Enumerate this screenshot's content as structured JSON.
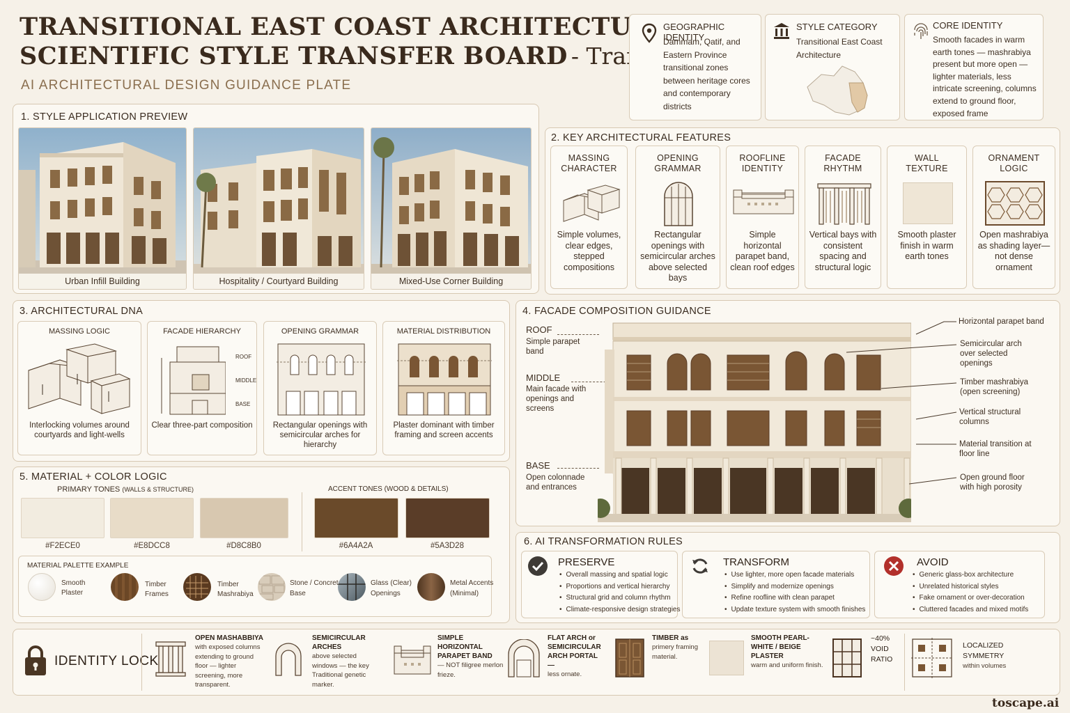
{
  "header": {
    "title_line1": "TRANSITIONAL EAST COAST ARCHITECTURE —",
    "title_line2": "SCIENTIFIC STYLE TRANSFER BOARD",
    "title_suffix": "- Transitional",
    "subtitle": "AI ARCHITECTURAL DESIGN GUIDANCE PLATE"
  },
  "info_cards": {
    "geo_title": "GEOGRAPHIC IDENTITY",
    "geo_body": "Dammam, Qatif, and Eastern Province transitional zones between heritage cores and contemporary districts",
    "style_title": "STYLE CATEGORY",
    "style_body": "Transitional East Coast Architecture",
    "core_title": "CORE IDENTITY",
    "core_body": "Smooth facades in warm earth tones — mashrabiya present but more open — lighter materials, less intricate screening, columns extend to ground floor, exposed frame"
  },
  "preview": {
    "title": "1. STYLE APPLICATION PREVIEW",
    "items": [
      "Urban Infill Building",
      "Hospitality / Courtyard Building",
      "Mixed-Use Corner Building"
    ]
  },
  "features": {
    "title": "2. KEY ARCHITECTURAL FEATURES",
    "items": [
      {
        "h1": "MASSING",
        "h2": "CHARACTER",
        "body": "Simple volumes, clear edges, stepped compositions"
      },
      {
        "h1": "OPENING",
        "h2": "GRAMMAR",
        "body": "Rectangular openings with semicircular arches above selected bays"
      },
      {
        "h1": "ROOFLINE",
        "h2": "IDENTITY",
        "body": "Simple horizontal parapet band, clean roof edges"
      },
      {
        "h1": "FACADE",
        "h2": "RHYTHM",
        "body": "Vertical bays with consistent spacing and structural logic"
      },
      {
        "h1": "WALL",
        "h2": "TEXTURE",
        "body": "Smooth plaster finish in warm earth tones"
      },
      {
        "h1": "ORNAMENT",
        "h2": "LOGIC",
        "body": "Open mashrabiya as shading layer—not dense ornament"
      }
    ]
  },
  "dna": {
    "title": "3. ARCHITECTURAL DNA",
    "items": [
      {
        "head": "MASSING LOGIC",
        "body": "Interlocking volumes around courtyards and light-wells"
      },
      {
        "head": "FACADE HIERARCHY",
        "body": "Clear three-part composition"
      },
      {
        "head": "OPENING GRAMMAR",
        "body": "Rectangular openings with semicircular arches for hierarchy"
      },
      {
        "head": "MATERIAL DISTRIBUTION",
        "body": "Plaster dominant with timber framing and screen accents"
      }
    ],
    "labels": [
      "ROOF",
      "MIDDLE",
      "BASE"
    ]
  },
  "facade": {
    "title": "4. FACADE COMPOSITION GUIDANCE",
    "left": [
      {
        "head": "ROOF",
        "body": "Simple parapet band"
      },
      {
        "head": "MIDDLE",
        "body": "Main facade with openings and screens"
      },
      {
        "head": "BASE",
        "body": "Open colonnade and entrances"
      }
    ],
    "right": [
      "Horizontal parapet band",
      "Semicircular arch over selected openings",
      "Timber mashrabiya (open screening)",
      "Vertical structural columns",
      "Material transition at floor line",
      "Open ground floor with high porosity"
    ]
  },
  "material": {
    "title": "5. MATERIAL + COLOR LOGIC",
    "primary_label": "PRIMARY TONES",
    "primary_sub": "(WALLS & STRUCTURE)",
    "accent_label": "ACCENT TONES (WOOD & DETAILS)",
    "primary": [
      {
        "hex": "#F2ECE0",
        "color": "#F2ECE0"
      },
      {
        "hex": "#E8DCC8",
        "color": "#E8DCC8"
      },
      {
        "hex": "#D8C8B0",
        "color": "#D8C8B0"
      }
    ],
    "accent": [
      {
        "hex": "#6A4A2A",
        "color": "#6A4A2A"
      },
      {
        "hex": "#5A3D28",
        "color": "#5A3D28"
      }
    ],
    "palette_title": "MATERIAL PALETTE EXAMPLE",
    "palette": [
      {
        "l1": "Smooth",
        "l2": "Plaster"
      },
      {
        "l1": "Timber",
        "l2": "Frames"
      },
      {
        "l1": "Timber",
        "l2": "Mashrabiya"
      },
      {
        "l1": "Stone / Concrete",
        "l2": "Base"
      },
      {
        "l1": "Glass (Clear)",
        "l2": "Openings"
      },
      {
        "l1": "Metal Accents",
        "l2": "(Minimal)"
      }
    ]
  },
  "rules": {
    "title": "6. AI TRANSFORMATION RULES",
    "preserve": {
      "head": "PRESERVE",
      "items": [
        "Overall massing and spatial logic",
        "Proportions and vertical hierarchy",
        "Structural grid and column rhythm",
        "Climate-responsive design strategies"
      ]
    },
    "transform": {
      "head": "TRANSFORM",
      "items": [
        "Use lighter, more open facade materials",
        "Simplify and modernize openings",
        "Refine roofline with clean parapet",
        "Update texture system with smooth finishes"
      ]
    },
    "avoid": {
      "head": "AVOID",
      "items": [
        "Generic glass-box architecture",
        "Unrelated historical styles",
        "Fake ornament or over-decoration",
        "Cluttered facades and mixed motifs"
      ]
    }
  },
  "identity": {
    "title": "IDENTITY LOCK",
    "items": [
      {
        "head": "OPEN MASHABBIYA",
        "body": "with exposed columns extending to ground floor — lighter screening, more transparent."
      },
      {
        "head": "SEMICIRCULAR ARCHES",
        "body": "above selected windows — the key Traditional genetic marker."
      },
      {
        "head": "SIMPLE HORIZONTAL PARAPET BAND",
        "body": "— NOT filigree merlon frieze."
      },
      {
        "head": "FLAT ARCH or SEMICIRCULAR ARCH PORTAL —",
        "body": "less ornate."
      },
      {
        "head": "TIMBER as",
        "body": "primery framing material."
      },
      {
        "head": "SMOOTH PEARL-WHITE / BEIGE PLASTER",
        "body": "warm and uniform finish."
      },
      {
        "head": "~40% VOID RATIO",
        "body": ""
      },
      {
        "head": "LOCALIZED SYMMETRY",
        "body": "within volumes"
      }
    ]
  },
  "brand": "toscape.ai"
}
